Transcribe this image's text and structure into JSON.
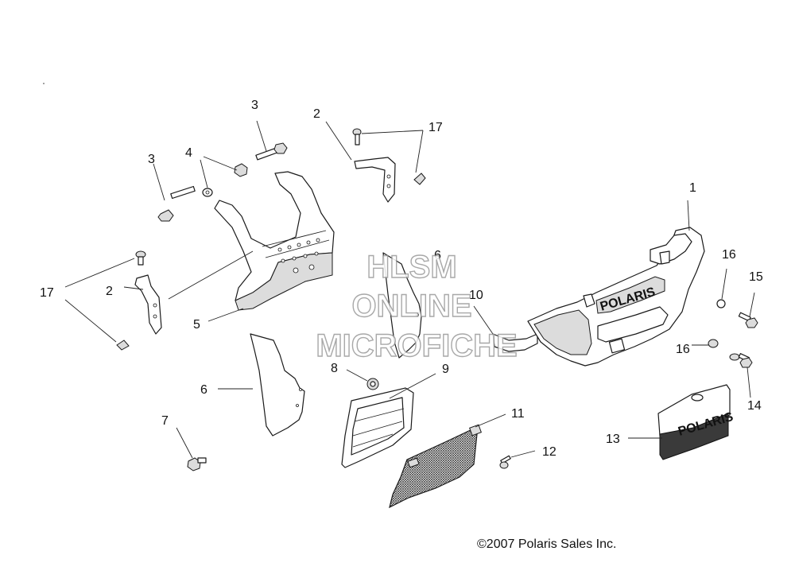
{
  "diagram": {
    "type": "exploded-parts-diagram",
    "callouts": [
      {
        "key": "c1",
        "label": "1"
      },
      {
        "key": "c2a",
        "label": "2"
      },
      {
        "key": "c2b",
        "label": "2"
      },
      {
        "key": "c3a",
        "label": "3"
      },
      {
        "key": "c3b",
        "label": "3"
      },
      {
        "key": "c4",
        "label": "4"
      },
      {
        "key": "c5",
        "label": "5"
      },
      {
        "key": "c6a",
        "label": "6"
      },
      {
        "key": "c6b",
        "label": "6"
      },
      {
        "key": "c7",
        "label": "7"
      },
      {
        "key": "c8",
        "label": "8"
      },
      {
        "key": "c9",
        "label": "9"
      },
      {
        "key": "c10",
        "label": "10"
      },
      {
        "key": "c11",
        "label": "11"
      },
      {
        "key": "c12",
        "label": "12"
      },
      {
        "key": "c13",
        "label": "13"
      },
      {
        "key": "c14",
        "label": "14"
      },
      {
        "key": "c15",
        "label": "15"
      },
      {
        "key": "c16a",
        "label": "16"
      },
      {
        "key": "c16b",
        "label": "16"
      },
      {
        "key": "c17a",
        "label": "17"
      },
      {
        "key": "c17b",
        "label": "17"
      }
    ],
    "bumper_logo_text": "POLARIS",
    "plate_logo_text": "POLARIS"
  },
  "watermark": {
    "line1": "HLSM",
    "line2": "ONLINE",
    "line3": "MICROFICHE"
  },
  "copyright": "©2007 Polaris Sales Inc."
}
